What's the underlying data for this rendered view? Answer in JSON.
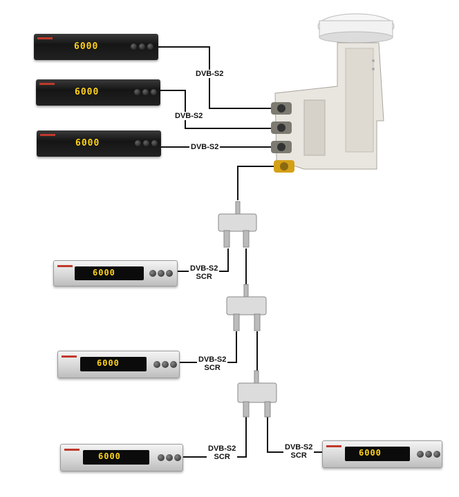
{
  "receivers": [
    {
      "display": "6000",
      "style": "black"
    },
    {
      "display": "6000",
      "style": "black"
    },
    {
      "display": "6000",
      "style": "black"
    },
    {
      "display": "6000",
      "style": "silver"
    },
    {
      "display": "6000",
      "style": "silver"
    },
    {
      "display": "6000",
      "style": "silver"
    },
    {
      "display": "6000",
      "style": "silver"
    }
  ],
  "labels": {
    "dvb_s2": "DVB-S2",
    "scr": "SCR"
  },
  "colors": {
    "cable": "#111111",
    "lnb_body": "#e9e6e0",
    "display_digits": "#ffd21a",
    "gold_connector": "#d4a017"
  }
}
